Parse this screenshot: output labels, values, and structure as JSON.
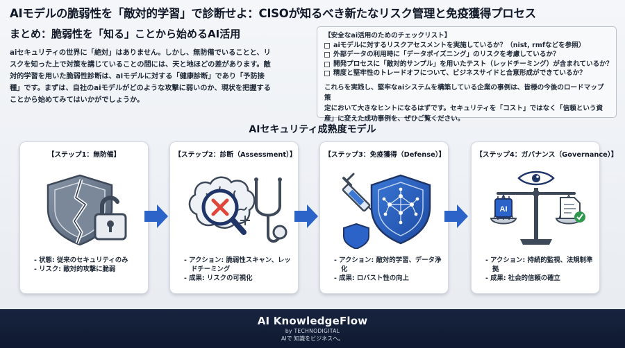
{
  "header": {
    "title": "AIモデルの脆弱性を「敵対的学習」で診断せよ：CISOが知るべき新たなリスク管理と免疫獲得プロセス"
  },
  "summary": {
    "title": "まとめ：脆弱性を「知る」ことから始めるAI活用",
    "lines": [
      "aiセキュリティの世界に「絶対」はありません。しかし、無防備でいることと、リ",
      "スクを知った上で対策を講じていることの間には、天と地ほどの差があります。敵",
      "対的学習を用いた脆弱性診断は、aiモデルに対する「健康診断」であり「予防接",
      "種」です。まずは、自社のaiモデルがどのような攻撃に弱いのか、現状を把握する",
      "ことから始めてみてはいかがでしょうか。"
    ]
  },
  "checklist": {
    "title": "【安全なai活用のためのチェックリスト】",
    "items": [
      "aiモデルに対するリスクアセスメントを実施しているか？（nist, rmfなどを参照）",
      "外部データの利用時に「データポイズニング」のリスクを考慮しているか？",
      "開発プロセスに「敵対的サンプル」を用いたテスト（レッドチーミング）が含まれているか？",
      "精度と堅牢性のトレードオフについて、ビジネスサイドと合意形成ができているか？"
    ],
    "note_lines": [
      "これらを実践し、堅牢なaiシステムを構築している企業の事例は、皆様の今後のロードマップ策",
      "定において大きなヒントになるはずです。セキュリティを「コスト」ではなく「信頼という資",
      "産」に変えた成功事例を、ぜひご覧ください。"
    ]
  },
  "diagram": {
    "title": "AIセキュリティ成熟度モデル",
    "steps": [
      {
        "title": "【ステップ1：無防備】",
        "bullets": [
          "状態: 従来のセキュリティのみ",
          "リスク: 敵対的攻撃に脆弱"
        ]
      },
      {
        "title": "【ステップ2：診断（Assessment）】",
        "bullets": [
          "アクション: 脆弱性スキャン、レッドチーミング",
          "成果: リスクの可視化"
        ]
      },
      {
        "title": "【ステップ3：免疫獲得（Defense）】",
        "bullets": [
          "アクション: 敵対的学習、データ浄化",
          "成果: ロバスト性の向上"
        ]
      },
      {
        "title": "【ステップ4：ガバナンス（Governance）】",
        "bullets": [
          "アクション: 持続的監視、法規制準拠",
          "成果: 社会的信頼の確立"
        ]
      }
    ],
    "step4_ai_label": "AI"
  },
  "footer": {
    "brand": "AI KnowledgeFlow",
    "by": "by TECHNODIGITAL",
    "tagline": "AIで 知識をビジネスへ。"
  },
  "colors": {
    "accent_blue": "#2c63c8",
    "navy": "#1f3567",
    "shield_gray": "#6c7a8e",
    "danger_red": "#e0463a",
    "success_green": "#2f9a4e",
    "footer_bg": "#14203a"
  },
  "icons": [
    "broken-shield-icon",
    "open-padlock-icon",
    "brain-icon",
    "magnifier-icon",
    "stethoscope-icon",
    "syringe-icon",
    "neural-shield-icon",
    "eye-icon",
    "balance-scale-icon",
    "document-check-icon",
    "right-arrow-icon"
  ]
}
